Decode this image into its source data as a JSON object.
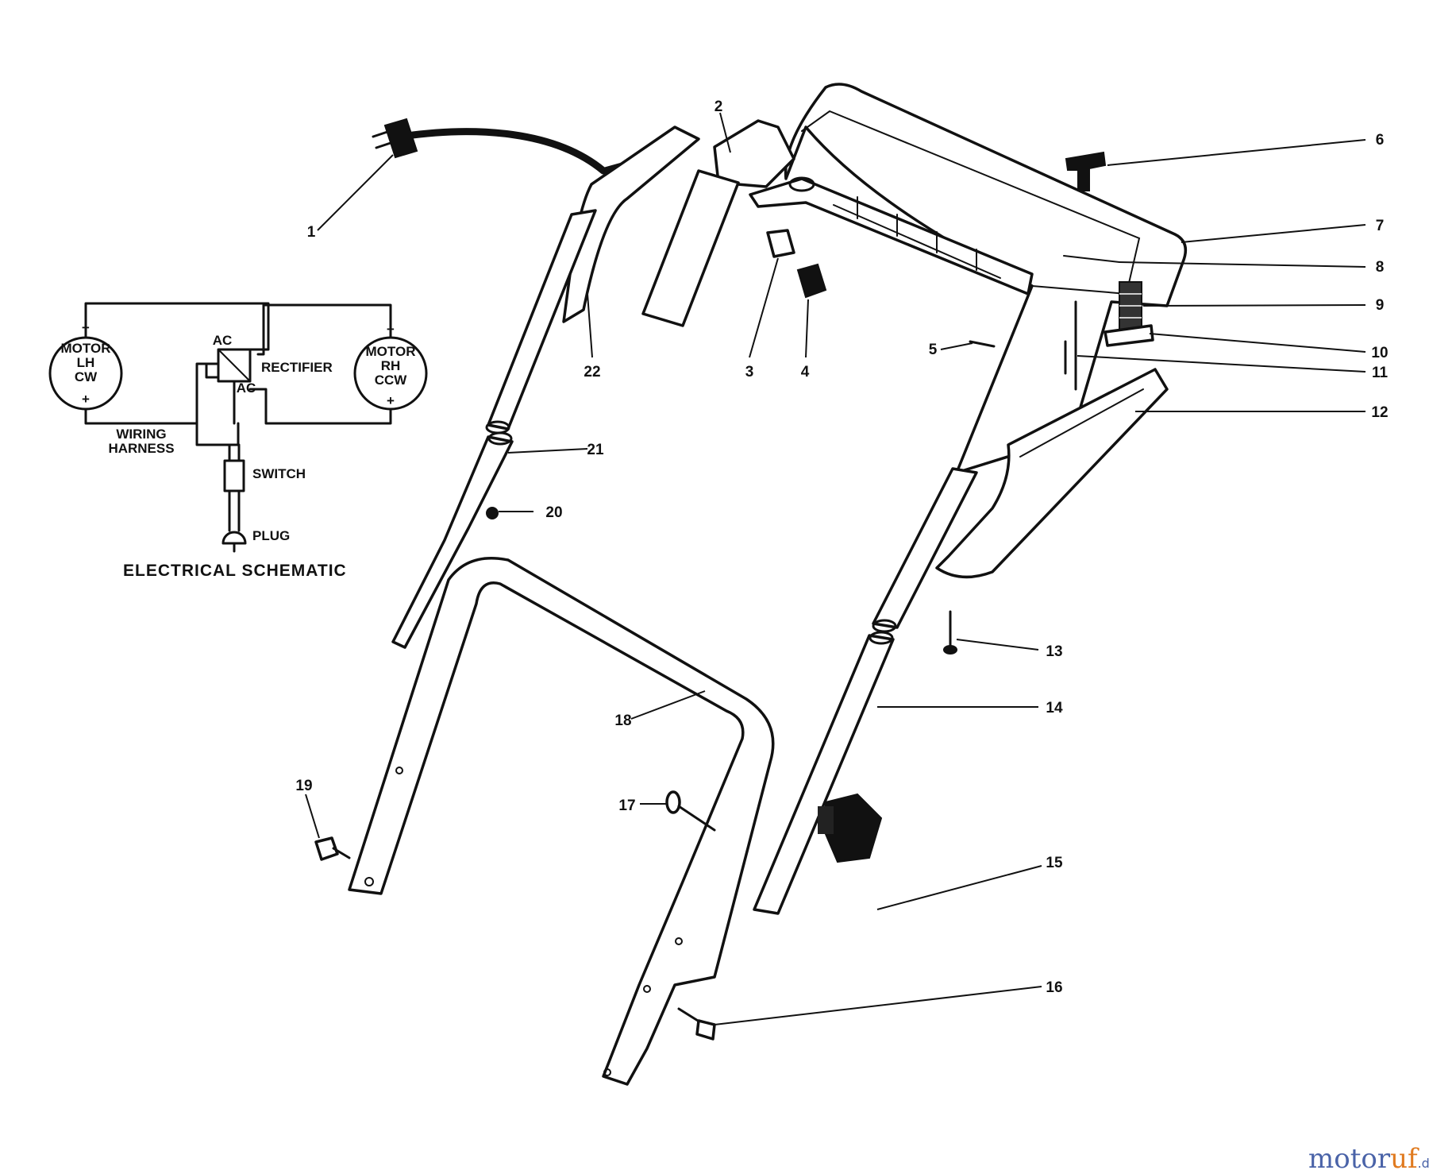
{
  "callouts": [
    "1",
    "2",
    "3",
    "4",
    "5",
    "6",
    "7",
    "8",
    "9",
    "10",
    "11",
    "12",
    "13",
    "14",
    "15",
    "16",
    "17",
    "18",
    "19",
    "20",
    "21",
    "22"
  ],
  "schematic": {
    "title": "ELECTRICAL SCHEMATIC",
    "motor_left": [
      "MOTOR",
      "LH",
      "CW"
    ],
    "motor_right": [
      "MOTOR",
      "RH",
      "CCW"
    ],
    "rectifier": "RECTIFIER",
    "ac_top": "AC",
    "ac_bottom": "AC",
    "wiring_harness": [
      "WIRING",
      "HARNESS"
    ],
    "switch": "SWITCH",
    "plug": "PLUG"
  },
  "watermark": {
    "part1": "motor",
    "part2": "uf",
    "suffix": ".de"
  },
  "icons": [
    "power-plug-icon",
    "motor-symbol-icon",
    "plug-symbol-icon"
  ],
  "colors": {
    "ink": "#111111",
    "watermark_blue": "#4a63a8",
    "watermark_orange": "#e07a1f"
  }
}
